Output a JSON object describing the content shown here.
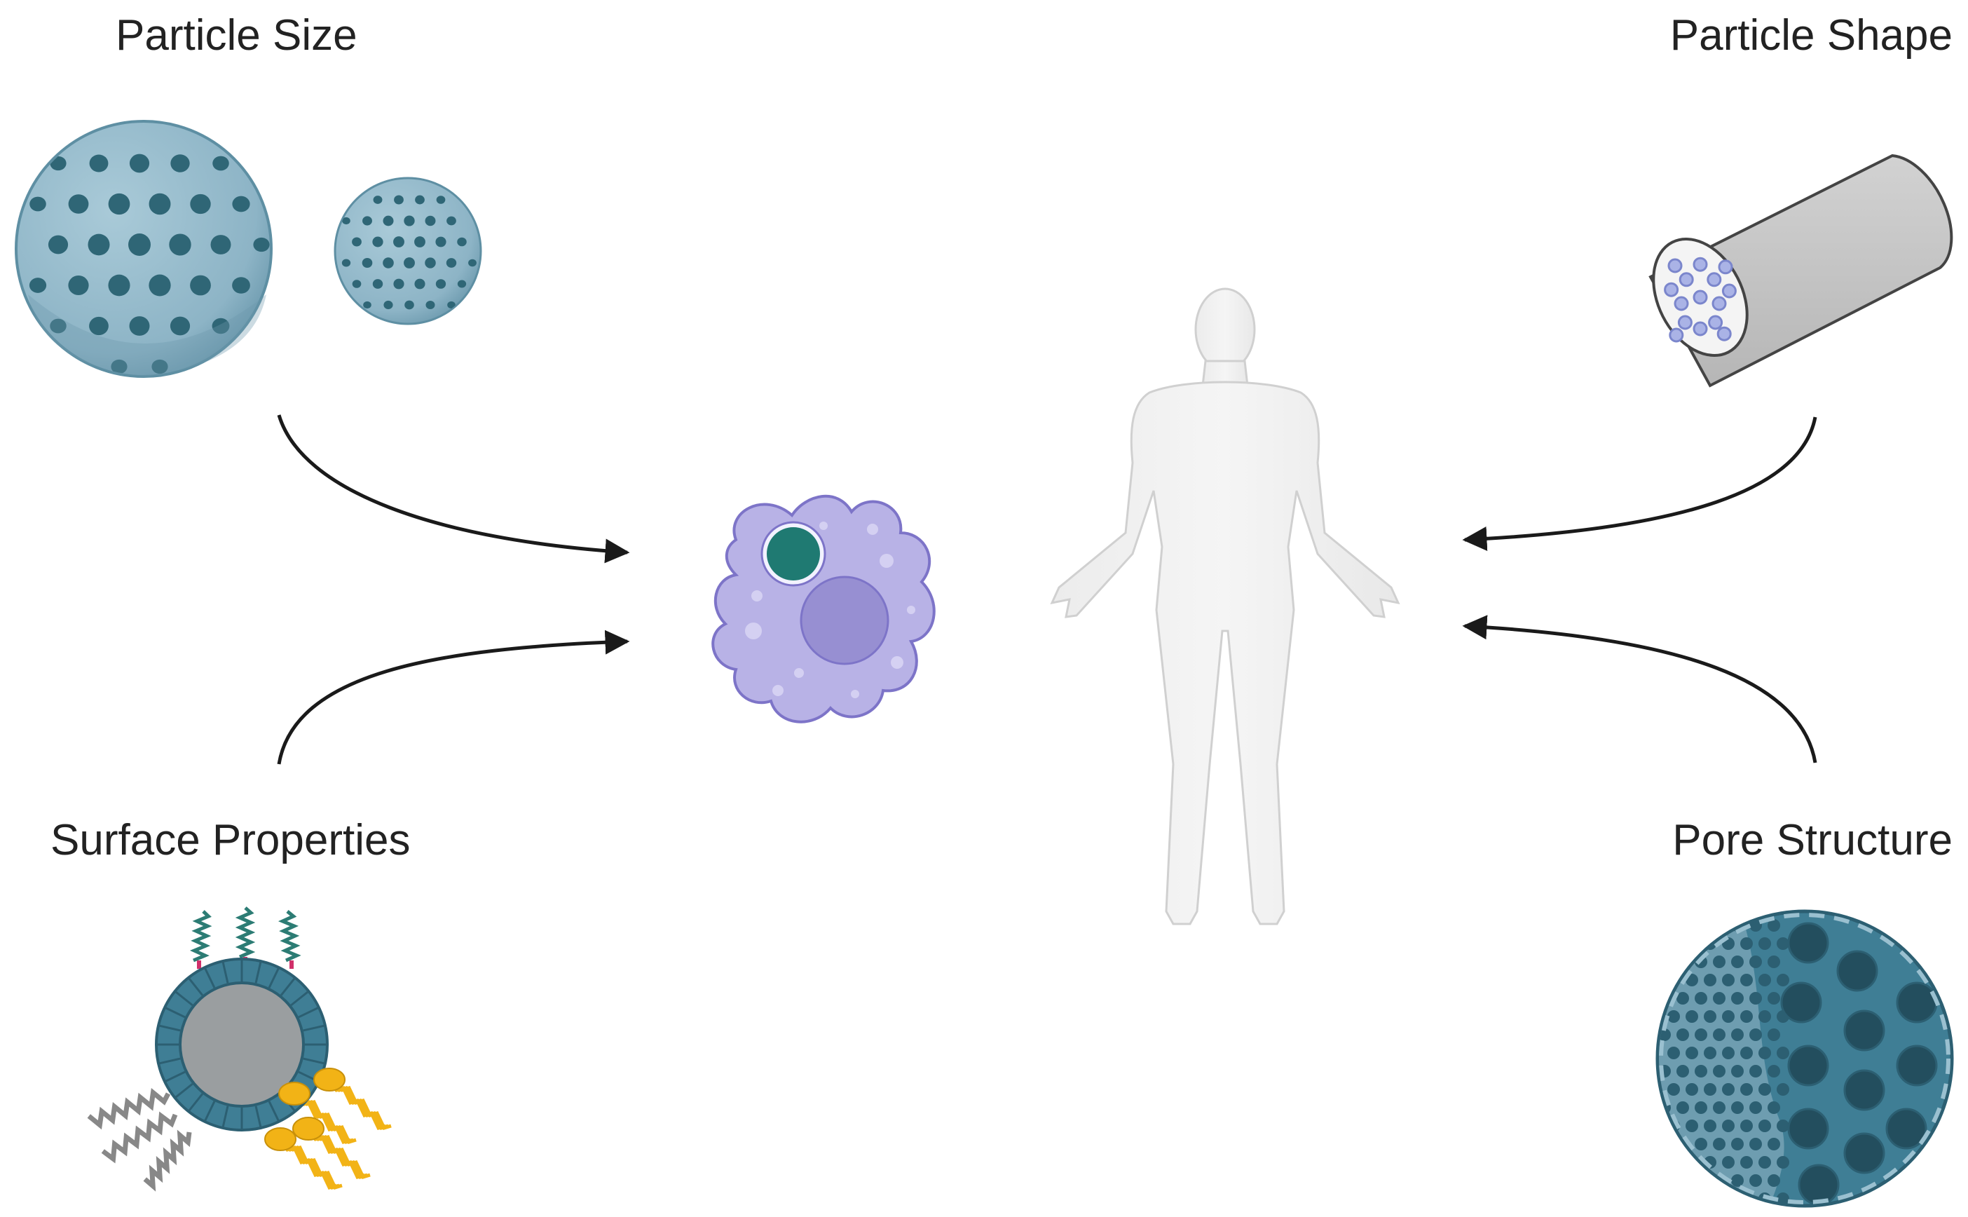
{
  "labels": {
    "particle_size": "Particle Size",
    "particle_shape": "Particle Shape",
    "surface_properties": "Surface Properties",
    "pore_structure": "Pore Structure"
  },
  "icons": {
    "large_particle": "large-porous-sphere-icon",
    "small_particle": "small-porous-sphere-icon",
    "rod_particle": "cylindrical-rod-particle-icon",
    "functionalized_particle": "surface-functionalized-particle-icon",
    "pore_particle": "pore-structure-sphere-icon",
    "cell": "macrophage-cell-icon",
    "human": "human-body-icon"
  },
  "colors": {
    "particle_fill": "#8fb6c8",
    "particle_dots": "#2f6676",
    "cell_fill": "#b8b2e6",
    "cell_nucleus": "#978fd2",
    "engulfed_particle": "#1f7a72",
    "rod_fill": "#c4c4c4",
    "pore_sphere_fill": "#3f7e95",
    "human_fill": "#f0f0f0",
    "arrow": "#1a1a1a",
    "peg_chain": "#888888",
    "lipid": "#f2b316",
    "antibody": "#2c7c74"
  }
}
